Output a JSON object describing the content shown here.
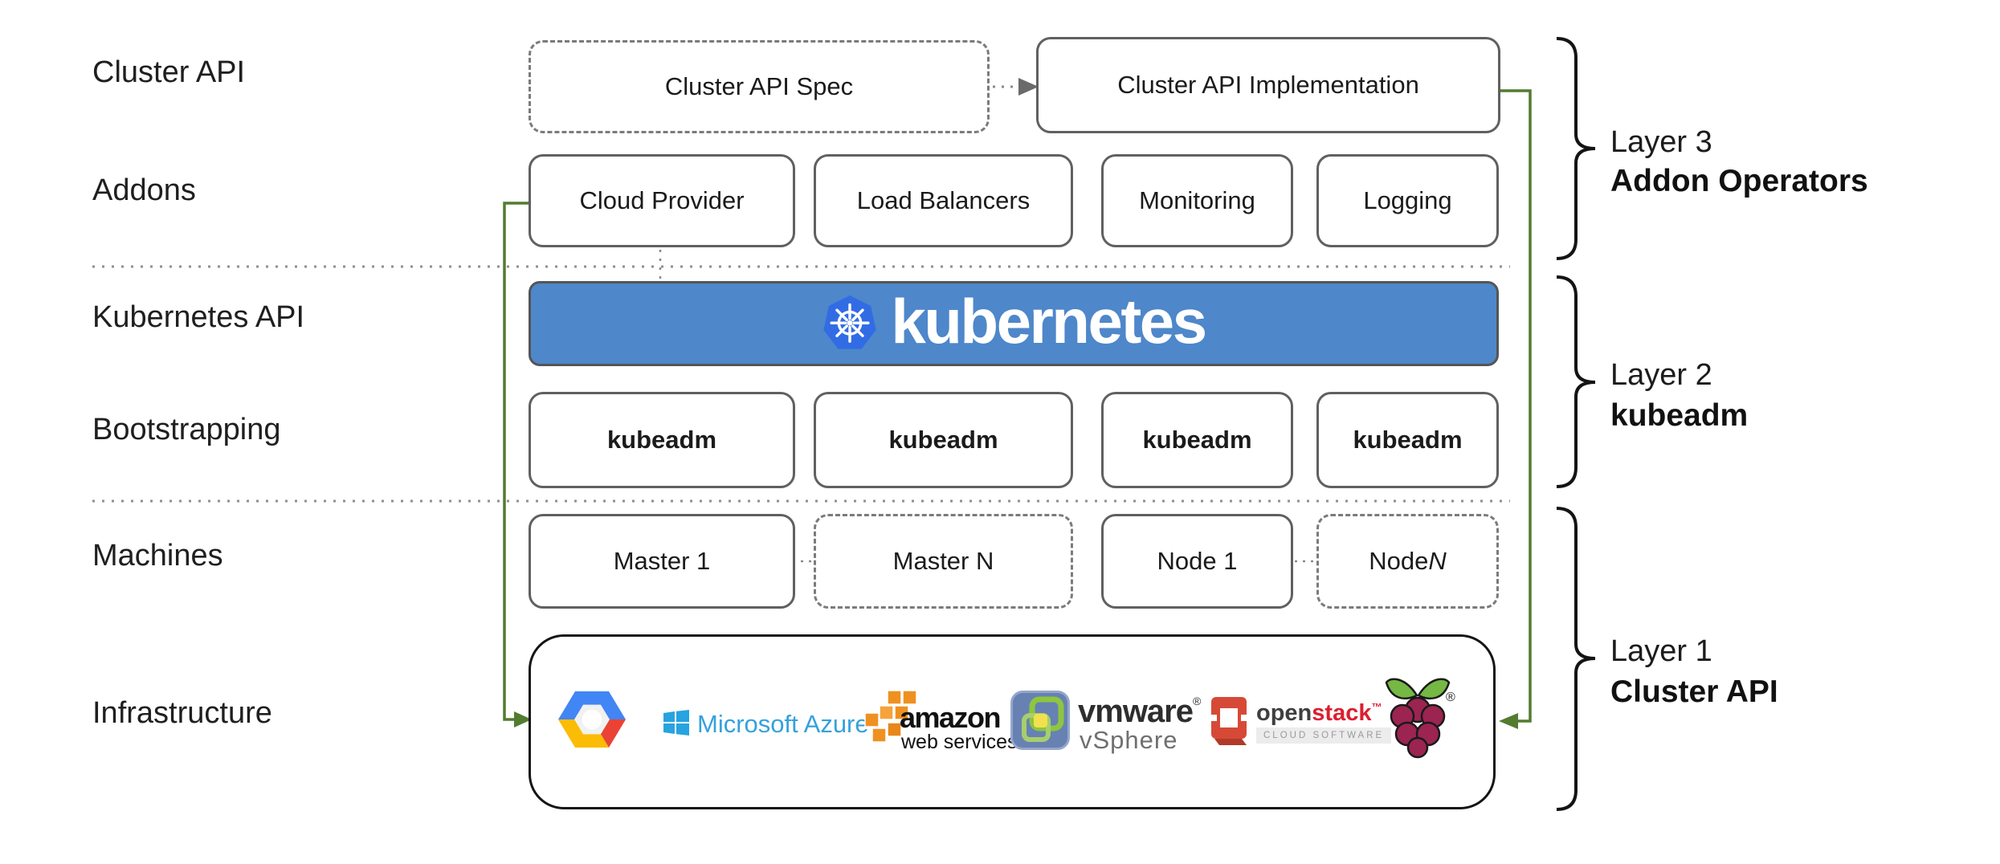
{
  "diagram": {
    "row_labels": {
      "cluster_api": "Cluster API",
      "addons": "Addons",
      "kubernetes_api": "Kubernetes API",
      "bootstrapping": "Bootstrapping",
      "machines": "Machines",
      "infrastructure": "Infrastructure"
    },
    "cluster_api_row": {
      "spec": "Cluster API Spec",
      "implementation": "Cluster API Implementation"
    },
    "addons": {
      "items": [
        {
          "label": "Cloud Provider"
        },
        {
          "label": "Load Balancers"
        },
        {
          "label": "Monitoring"
        },
        {
          "label": "Logging"
        }
      ]
    },
    "kubernetes": {
      "wordmark": "kubernetes"
    },
    "bootstrapping": {
      "items": [
        {
          "label": "kubeadm"
        },
        {
          "label": "kubeadm"
        },
        {
          "label": "kubeadm"
        },
        {
          "label": "kubeadm"
        }
      ]
    },
    "machines": {
      "items": [
        {
          "label": "Master 1",
          "suffix": ""
        },
        {
          "label": "Master N",
          "suffix": ""
        },
        {
          "label": "Node 1",
          "suffix": ""
        },
        {
          "label": "Node ",
          "suffix": "N"
        }
      ]
    },
    "infrastructure": {
      "azure_text": "Microsoft Azure",
      "aws_line1": "amazon",
      "aws_line2": "web services",
      "vmware_line1": "vmware",
      "vmware_reg": "®",
      "vmware_line2": "vSphere",
      "openstack_part1": "open",
      "openstack_part2": "stack",
      "openstack_tm": "™",
      "openstack_tagline": "CLOUD SOFTWARE",
      "raspberry_reg": "®"
    },
    "layers": {
      "layer3": {
        "title": "Layer 3",
        "subtitle": "Addon Operators"
      },
      "layer2": {
        "title": "Layer 2",
        "subtitle": "kubeadm"
      },
      "layer1": {
        "title": "Layer 1",
        "subtitle": "Cluster API"
      }
    },
    "icons": {
      "kubernetes_logo": "kubernetes-wheel-icon",
      "gcp": "google-cloud-hexagon-icon",
      "azure": "windows-flag-icon",
      "aws": "aws-cubes-icon",
      "vmware": "vmware-vsphere-icon",
      "openstack": "openstack-box-icon",
      "raspberry": "raspberry-pi-icon"
    },
    "colors": {
      "arrow_green": "#527c2f",
      "banner_blue": "#4e87ca",
      "k8s_logo_blue": "#326ce5",
      "box_border": "#606060",
      "azure_blue": "#35a1dc",
      "aws_orange": "#ef9121",
      "openstack_red": "#dc1f2e",
      "raspberry_crimson": "#9c2450",
      "leaf_green": "#75b843"
    }
  }
}
